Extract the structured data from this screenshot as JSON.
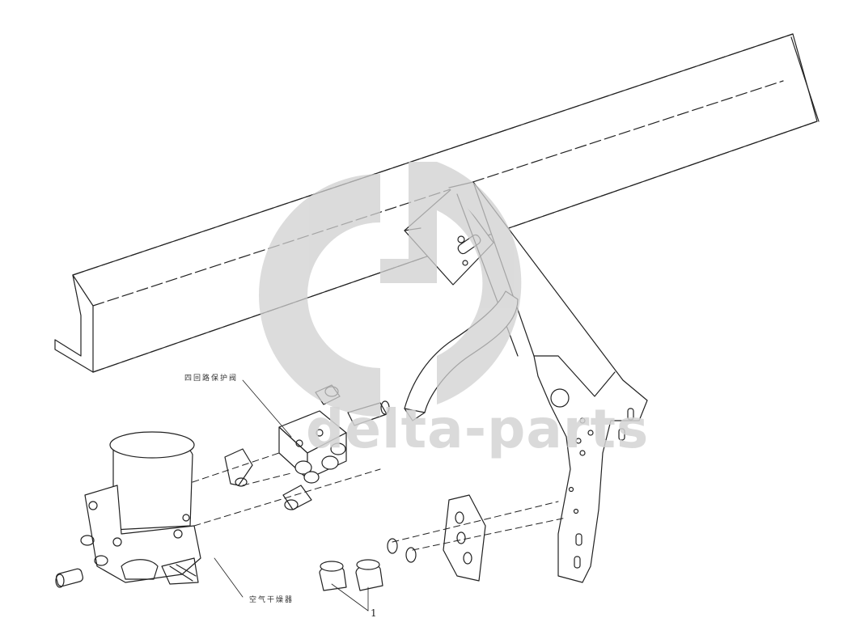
{
  "diagram": {
    "labels": {
      "valve": "四回路保护阀",
      "dryer": "空气干燥器",
      "part_number": "1"
    },
    "watermark": {
      "text": "delta-parts",
      "logo": "gd-logo-icon"
    },
    "colors": {
      "line": "#222222",
      "watermark": "#d4d4d4",
      "background": "#ffffff"
    }
  }
}
